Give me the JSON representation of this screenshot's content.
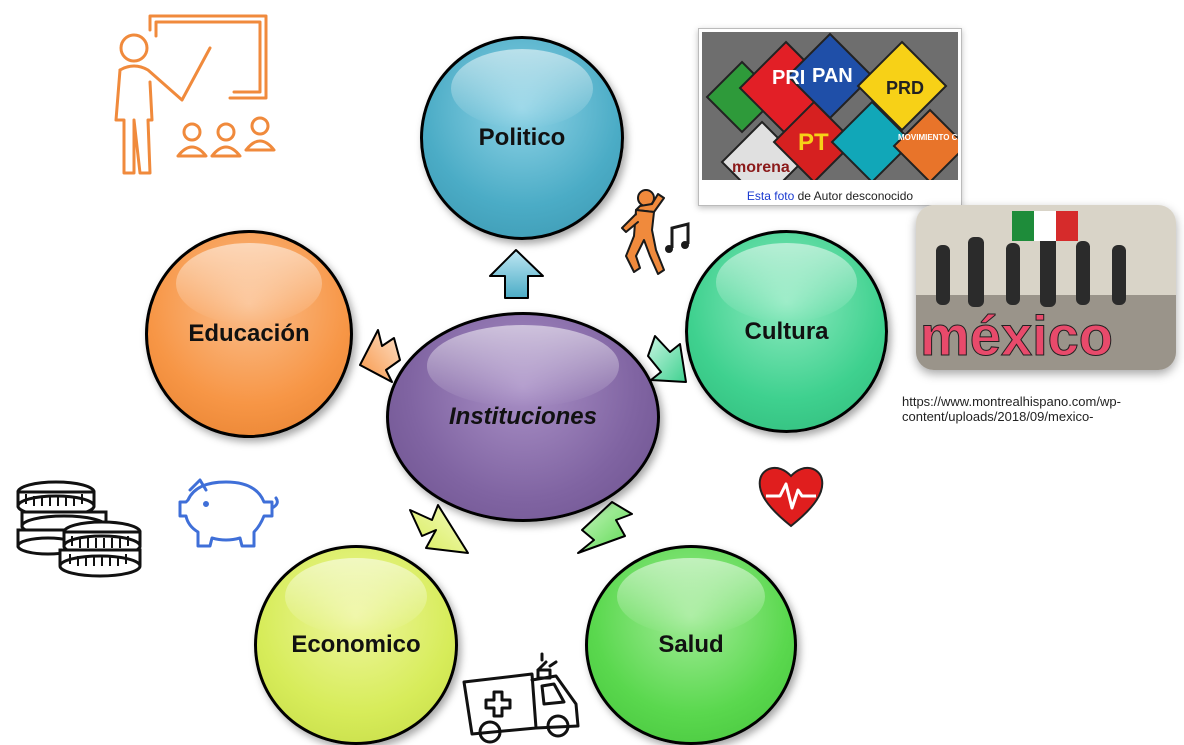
{
  "nodes": {
    "center": "Instituciones",
    "politico": "Politico",
    "cultura": "Cultura",
    "educacion": "Educación",
    "economico": "Economico",
    "salud": "Salud"
  },
  "colors": {
    "center": "#8064a2",
    "politico": "#4bacc6",
    "cultura": "#3fd18f",
    "educacion": "#f79646",
    "economico": "#d7ec5a",
    "salud": "#5ad84e"
  },
  "photo_parties": {
    "caption_link": "Esta foto",
    "caption_rest": " de Autor desconocido",
    "logo_texts": [
      "PRI",
      "PAN",
      "PRD",
      "PT",
      "MOVIMIENTO CIUDADANO",
      "morena"
    ]
  },
  "photo_mexico": {
    "sign_text": "méxico"
  },
  "url_text": "https://www.montrealhispano.com/wp-content/uploads/2018/09/mexico-",
  "icons": [
    "teacher-presentation-icon",
    "dancing-music-icon",
    "heart-pulse-icon",
    "piggy-bank-icon",
    "coins-stack-icon",
    "ambulance-icon"
  ]
}
